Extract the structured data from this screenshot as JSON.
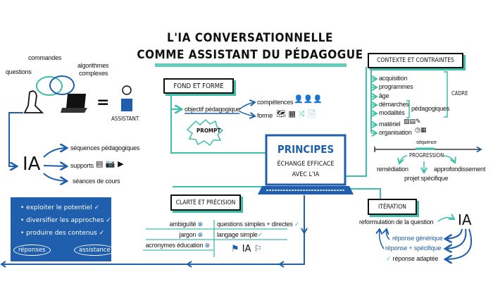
{
  "title": {
    "line1": "L'IA CONVERSATIONNELLE",
    "line2": "COMME ASSISTANT DU PÉDAGOGUE"
  },
  "intro": {
    "labels": {
      "questions": "questions",
      "commandes": "commandes",
      "algorithmes": "algorithmes",
      "complexes": "complexes",
      "equals": "=",
      "assistant": "ASSISTANT"
    }
  },
  "ia_uses": {
    "ia": "IA",
    "items": [
      "séquences pédagogiques",
      "supports",
      "séances de cours"
    ]
  },
  "benefits": {
    "items": [
      "exploiter le potentiel",
      "diversifier les approches",
      "produire des contenus"
    ],
    "check": "✓",
    "bubbles": [
      "réponses",
      "assistance"
    ]
  },
  "fond_forme": {
    "title": "FOND ET FORME",
    "objective": "objectif pédagogique",
    "prompt": "PROMPT",
    "competences": "compétences",
    "forme": "forme"
  },
  "principes": {
    "title": "PRINCIPES",
    "line1": "ÉCHANGE EFFICACE",
    "line2": "AVEC L'IA"
  },
  "contexte": {
    "title": "CONTEXTE ET CONTRAINTES",
    "items": [
      "acquisition",
      "programmes",
      "âge",
      "démarches",
      "modalités",
      "matériel",
      "organisation"
    ],
    "pedagogiques": "pédagogiques",
    "cadre": "CADRE",
    "sequence": "séquence",
    "progression": "PROGRESSION",
    "remediation": "remédiation",
    "approfondissement": "approfondissement",
    "projet": "projet spécifique"
  },
  "clarte": {
    "title": "CLARTÉ ET PRÉCISION",
    "avoid": [
      "ambiguïté",
      "jargon",
      "acronymes éducation"
    ],
    "prefer": [
      "questions simples + directes",
      "langage simple"
    ],
    "ia": "IA"
  },
  "iteration": {
    "title": "ITÉRATION",
    "reformulation": "reformulation de la question",
    "ia": "IA",
    "responses": [
      "réponse générique",
      "réponse + spécifique",
      "réponse adaptée"
    ]
  },
  "colors": {
    "teal": "#3dbfa8",
    "blue": "#1f5fad"
  }
}
